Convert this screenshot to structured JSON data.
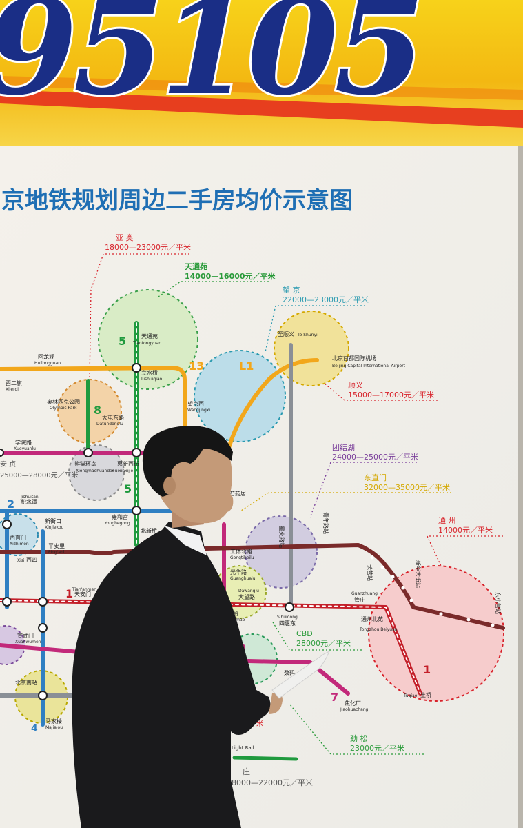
{
  "banner": {
    "number_text": "95105"
  },
  "map": {
    "title": "京地铁规划周边二手房均价示意图",
    "price_callouts": [
      {
        "area": "亚 奥",
        "price": "18000—23000元／平米"
      },
      {
        "area": "天通苑",
        "price": "14000—16000元／平米"
      },
      {
        "area": "望 京",
        "price": "22000—23000元／平米"
      },
      {
        "area": "顺义",
        "price": "15000—17000元／平米"
      },
      {
        "area": "团结湖",
        "price": "24000—25000元／平米"
      },
      {
        "area": "东直门",
        "price": "32000—35000元／平米"
      },
      {
        "area": "通 州",
        "price": "14000元／平米"
      },
      {
        "area": "CBD",
        "price": "28000元／平米"
      },
      {
        "area": "劲 松",
        "price": "23000元／平米"
      },
      {
        "area": "安 贞",
        "price": "25000—28000元／平米"
      },
      {
        "area": "庄",
        "price": "8000—22000元／平米"
      }
    ],
    "line_numbers": [
      "5",
      "13",
      "L1",
      "8",
      "5",
      "2",
      "1",
      "10",
      "7",
      "1",
      "4"
    ],
    "stations": [
      {
        "cn": "回龙观",
        "en": "Huilongguan"
      },
      {
        "cn": "西二旗",
        "en": "Xi'erqi"
      },
      {
        "cn": "天通苑",
        "en": "Tiantongyuan"
      },
      {
        "cn": "立水桥",
        "en": "Lishuiqiao"
      },
      {
        "cn": "至顺义",
        "en": "To Shunyi"
      },
      {
        "cn": "北京首都国际机场",
        "en": "Beijing Capital International Airport"
      },
      {
        "cn": "奥林匹克公园",
        "en": "Olympic Park"
      },
      {
        "cn": "大屯东路",
        "en": "Datundonglu"
      },
      {
        "cn": "望京西",
        "en": "Wangjingxi"
      },
      {
        "cn": "学院路",
        "en": "Xueyuanlu"
      },
      {
        "cn": "熊猫环岛",
        "en": "Xiongmaohuandao"
      },
      {
        "cn": "惠新西街",
        "en": "Huixinxijie"
      },
      {
        "cn": "芍药居",
        "en": ""
      },
      {
        "cn": "积水潭",
        "en": "Jishuitan"
      },
      {
        "cn": "新街口",
        "en": "Xinjiekou"
      },
      {
        "cn": "雍和宫",
        "en": "Yonghegong"
      },
      {
        "cn": "北新桥",
        "en": ""
      },
      {
        "cn": "西直门",
        "en": "Xizhimen"
      },
      {
        "cn": "平安里",
        "en": "Ping'anli"
      },
      {
        "cn": "西四",
        "en": "Xisi"
      },
      {
        "cn": "天安门",
        "en": "Tian'anmen"
      },
      {
        "cn": "工体北路",
        "en": "Gongtibeilu"
      },
      {
        "cn": "光华路",
        "en": "Guanghualu"
      },
      {
        "cn": "大望路",
        "en": "Dawanglu"
      },
      {
        "cn": "国贸",
        "en": "Guomao"
      },
      {
        "cn": "四惠东",
        "en": "Sihuidong"
      },
      {
        "cn": "星火路站",
        "en": ""
      },
      {
        "cn": "青年路站",
        "en": ""
      },
      {
        "cn": "长营站",
        "en": ""
      },
      {
        "cn": "管庄",
        "en": "Guanzhuang"
      },
      {
        "cn": "通州北苑",
        "en": "Tongzhou Beiyuan"
      },
      {
        "cn": "新华大街站",
        "en": ""
      },
      {
        "cn": "东小营站",
        "en": ""
      },
      {
        "cn": "土桥",
        "en": "Tuqiao"
      },
      {
        "cn": "宣武门",
        "en": "Xuanwumen"
      },
      {
        "cn": "焦化厂",
        "en": "Jiaohuachang"
      },
      {
        "cn": "北京南站",
        "en": ""
      },
      {
        "cn": "马家楼",
        "en": "Majialou"
      },
      {
        "cn": "数码",
        "en": ""
      }
    ],
    "other_labels": [
      "Light Rail",
      "米"
    ]
  },
  "colors": {
    "banner_yellow": "#f5c80c",
    "banner_orange": "#f08a10",
    "banner_blue": "#1a2e86",
    "title_blue": "#1f6fb4",
    "price_red": "#d8222a",
    "price_green": "#2a9a3a",
    "price_purple": "#7a3e9a",
    "price_teal": "#2a9ab0",
    "price_yellow": "#d4a800",
    "line_green": "#1f9a3e",
    "line_orange": "#f2a71b",
    "line_magenta": "#c2297a",
    "line_blue": "#2f7fc2",
    "line_red": "#c4202a",
    "line_brown": "#7a2a2a",
    "line_gray": "#8a8f96",
    "suit": "#1a1a1c"
  }
}
